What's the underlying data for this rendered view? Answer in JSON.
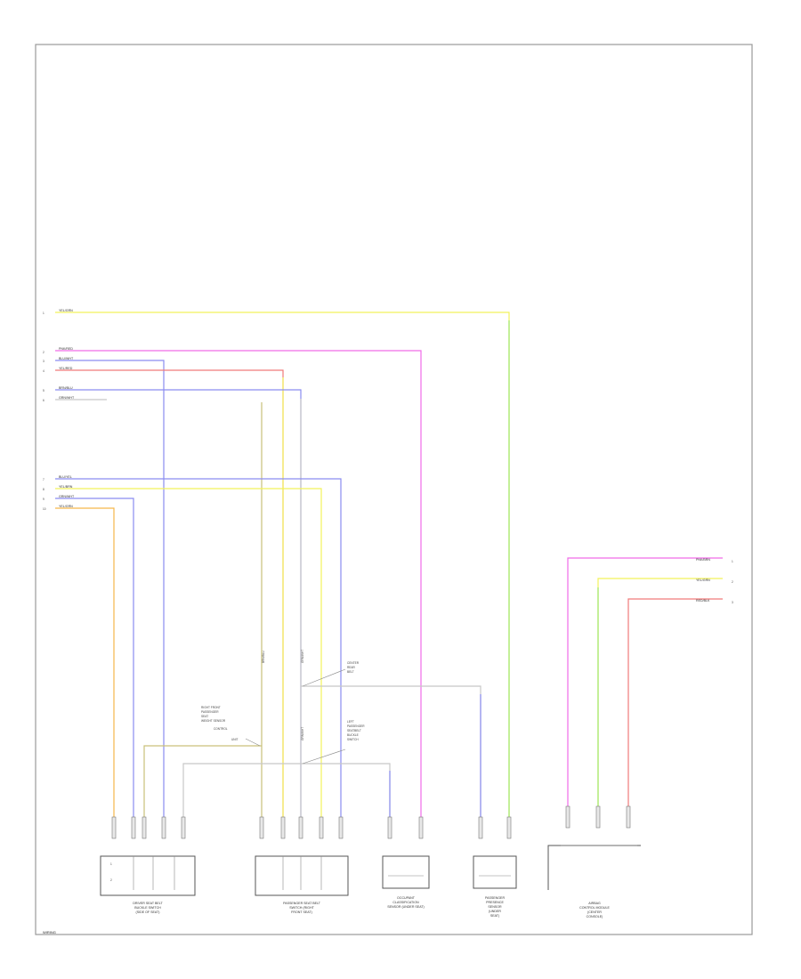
{
  "footer": "WIRING",
  "colors": {
    "yellow": "#f2f25a",
    "pink": "#f06ce8",
    "blue": "#8a8cf0",
    "red": "#f07a7a",
    "green": "#9ee86a",
    "orange": "#f5b64a",
    "olive": "#c9c07a",
    "gray": "#c8c8c8",
    "frame": "#9a9a9a"
  },
  "left_wires": [
    {
      "label": "YEL/GRN",
      "pin": "1"
    },
    {
      "label": "PNK/RED",
      "pin": "2"
    },
    {
      "label": "BLU/WHT",
      "pin": "3"
    },
    {
      "label": "YEL/RED",
      "pin": "4"
    },
    {
      "label": "BRN/BLU",
      "pin": "5"
    },
    {
      "label": "GRN/WHT",
      "pin": "6"
    },
    {
      "label": "BLU/YEL",
      "pin": "7"
    },
    {
      "label": "YEL/BRN",
      "pin": "8"
    },
    {
      "label": "GRN/WHT",
      "pin": "9"
    },
    {
      "label": "YEL/GRN",
      "pin": "10"
    }
  ],
  "right_wires": [
    {
      "label": "PNK/BRN",
      "pin": "1"
    },
    {
      "label": "YEL/GRN",
      "pin": "2"
    },
    {
      "label": "RED/BLK",
      "pin": "3"
    }
  ],
  "vertical_labels": [
    {
      "text": "BRN/BLU"
    },
    {
      "text": "GRN/WHT"
    },
    {
      "text": "GRN/WHT"
    }
  ],
  "annotations": [
    {
      "lines": [
        "CENTER",
        "REAR",
        "BELT"
      ]
    },
    {
      "lines": [
        "LEFT",
        "PASSENGER",
        "SEATBELT",
        "BUCKLE",
        "SWITCH"
      ]
    },
    {
      "lines": [
        "RIGHT FRONT",
        "PASSENGER",
        "SEAT",
        "WEIGHT SENSOR",
        "CONTROL",
        "UNIT"
      ]
    }
  ],
  "components": [
    {
      "caption": [
        "DRIVER SEAT BELT",
        "BUCKLE SWITCH",
        "(SIDE OF SEAT)"
      ]
    },
    {
      "caption": [
        "PASSENGER SEAT BELT",
        "SWITCH (RIGHT",
        "FRONT SEAT)"
      ]
    },
    {
      "caption": [
        "OCCUPANT",
        "CLASSIFICATION",
        "SENSOR (UNDER SEAT)"
      ]
    },
    {
      "caption": [
        "PASSENGER",
        "PRESENCE",
        "SENSOR",
        "(UNDER",
        "SEAT)"
      ]
    },
    {
      "caption": [
        "AIRBAG",
        "CONTROL MODULE",
        "(CENTER",
        "CONSOLE)"
      ]
    }
  ]
}
